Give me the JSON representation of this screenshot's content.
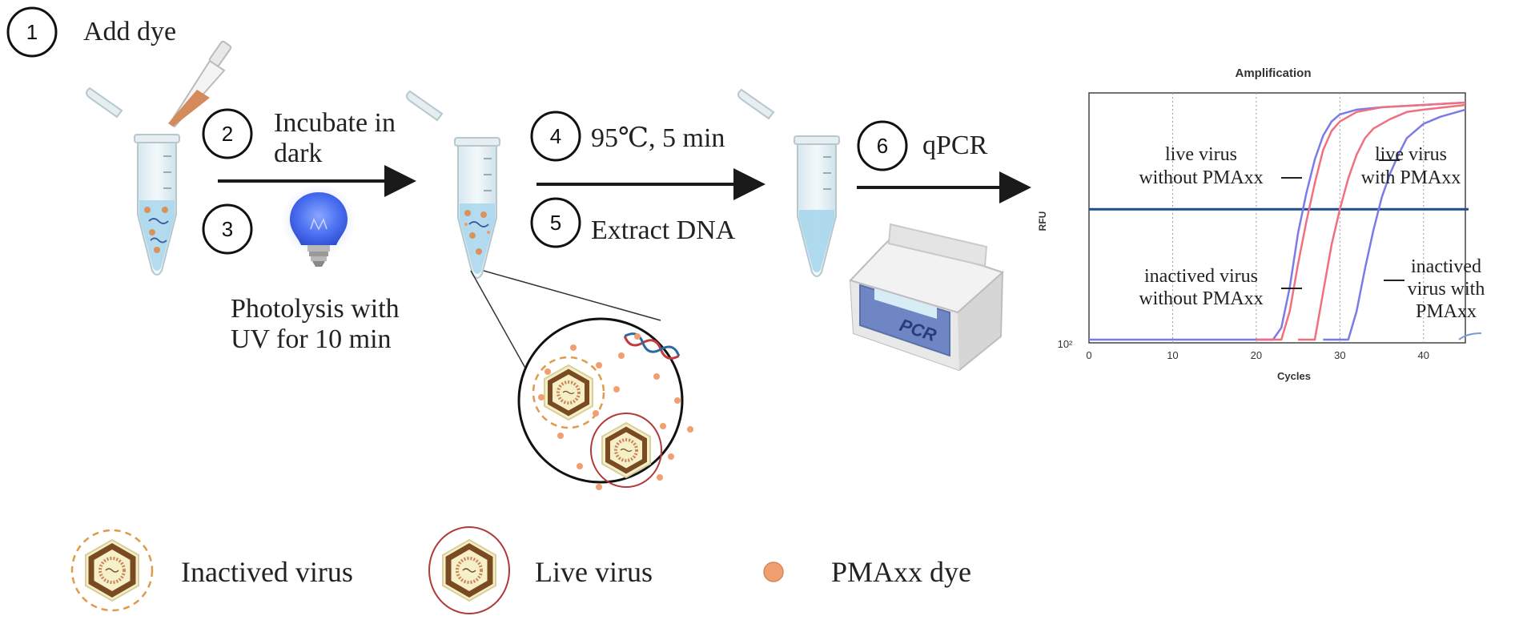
{
  "steps": [
    {
      "num": "1",
      "label": "Add dye"
    },
    {
      "num": "2",
      "line1": "Incubate in",
      "line2": "dark"
    },
    {
      "num": "3",
      "line1": "Photolysis with",
      "line2": "UV  for 10 min"
    },
    {
      "num": "4",
      "label": "95℃, 5 min"
    },
    {
      "num": "5",
      "label": "Extract DNA"
    },
    {
      "num": "6",
      "label": "qPCR"
    }
  ],
  "pcr_machine_label": "PCR",
  "legend": [
    {
      "label": "Inactived virus"
    },
    {
      "label": "Live virus"
    },
    {
      "label": "PMAxx dye"
    }
  ],
  "colors": {
    "dye": "#f0a070",
    "virus_brown": "#7a4a22",
    "live_ring": "#b03a3a",
    "inactive_ring": "#e09a4a",
    "bulb": "#4a72f0",
    "threshold": "#1c4f8a",
    "curve_red": "#f07080",
    "curve_blue": "#7a7ae8"
  },
  "chart_data": {
    "type": "line",
    "title": "Amplification",
    "xlabel": "Cycles",
    "ylabel": "RFU",
    "xlim": [
      0,
      45
    ],
    "x_ticks": [
      "0",
      "10",
      "20",
      "30",
      "40"
    ],
    "y_tick": "10²",
    "log_y": true,
    "threshold": 0.55,
    "series": [
      {
        "color": "blue",
        "x": [
          20,
          22,
          23,
          24,
          25,
          26,
          27,
          28,
          29,
          30,
          32,
          35,
          40,
          45
        ],
        "y": [
          0,
          0,
          0.05,
          0.22,
          0.45,
          0.62,
          0.76,
          0.86,
          0.92,
          0.95,
          0.97,
          0.98,
          0.99,
          1.0
        ]
      },
      {
        "color": "red",
        "x": [
          20,
          23,
          24,
          25,
          26,
          27,
          28,
          29,
          30,
          32,
          35,
          40,
          45
        ],
        "y": [
          0,
          0,
          0.12,
          0.32,
          0.5,
          0.66,
          0.8,
          0.88,
          0.92,
          0.96,
          0.98,
          0.99,
          1.0
        ]
      },
      {
        "color": "red",
        "x": [
          25,
          27,
          28,
          29,
          30,
          31,
          32,
          33,
          34,
          36,
          38,
          40,
          45
        ],
        "y": [
          0,
          0,
          0.2,
          0.4,
          0.55,
          0.68,
          0.78,
          0.85,
          0.89,
          0.93,
          0.96,
          0.97,
          0.99
        ]
      },
      {
        "color": "blue",
        "x": [
          28,
          31,
          32,
          33,
          34,
          35,
          36,
          37,
          38,
          40,
          42,
          45
        ],
        "y": [
          0,
          0,
          0.12,
          0.3,
          0.46,
          0.6,
          0.7,
          0.78,
          0.85,
          0.91,
          0.94,
          0.97
        ]
      }
    ],
    "annotations": [
      {
        "line1": "live virus",
        "line2": "without PMAxx"
      },
      {
        "line1": "live virus",
        "line2": "with PMAxx"
      },
      {
        "line1": "inactived virus",
        "line2": "without PMAxx"
      },
      {
        "line1": "inactived",
        "line2": "virus with",
        "line3": "PMAxx"
      }
    ]
  }
}
